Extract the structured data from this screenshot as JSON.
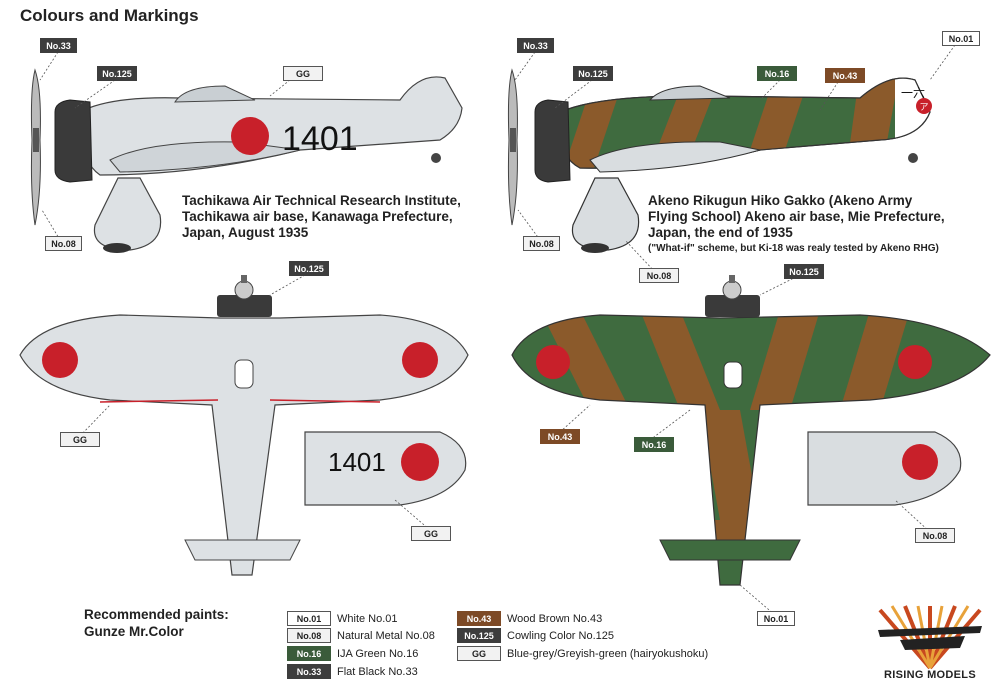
{
  "title": "Colours and Markings",
  "captions": {
    "left": [
      "Tachikawa Air Technical Research Institute,",
      "Tachikawa air base, Kanawaga Prefecture,",
      "Japan, August 1935"
    ],
    "right": [
      "Akeno Rikugun Hiko Gakko (Akeno Army",
      "Flying School) Akeno air base, Mie Prefecture,",
      "Japan, the end of 1935"
    ],
    "right_note": "(\"What-if\" scheme, but Ki-18 was realy tested by Akeno RHG)"
  },
  "fuselage_code": "1401",
  "wing_code": "1401",
  "tail_kana": "一六",
  "tail_emblem": "ア",
  "tags": {
    "no33": "No.33",
    "no125": "No.125",
    "gg": "GG",
    "no08": "No.08",
    "no01": "No.01",
    "no16": "No.16",
    "no43": "No.43"
  },
  "legend": {
    "title_lines": [
      "Recommended paints:",
      "Gunze Mr.Color"
    ],
    "items": [
      {
        "code": "No.01",
        "label": "White No.01",
        "style": "white"
      },
      {
        "code": "No.08",
        "label": "Natural Metal No.08",
        "style": "gg"
      },
      {
        "code": "No.16",
        "label": "IJA Green No.16",
        "style": "green"
      },
      {
        "code": "No.33",
        "label": "Flat Black No.33",
        "style": "dark"
      },
      {
        "code": "No.43",
        "label": "Wood Brown No.43",
        "style": "brown"
      },
      {
        "code": "No.125",
        "label": "Cowling Color No.125",
        "style": "dark"
      },
      {
        "code": "GG",
        "label": "Blue-grey/Greyish-green (hairyokushoku)",
        "style": "gg"
      }
    ]
  },
  "brand": "RISING MODELS",
  "colors": {
    "gg": "#d9dde0",
    "green": "#3f6b3f",
    "brown": "#8b5a2b",
    "hinomaru": "#c8202a",
    "cowling": "#3a3a3a"
  }
}
